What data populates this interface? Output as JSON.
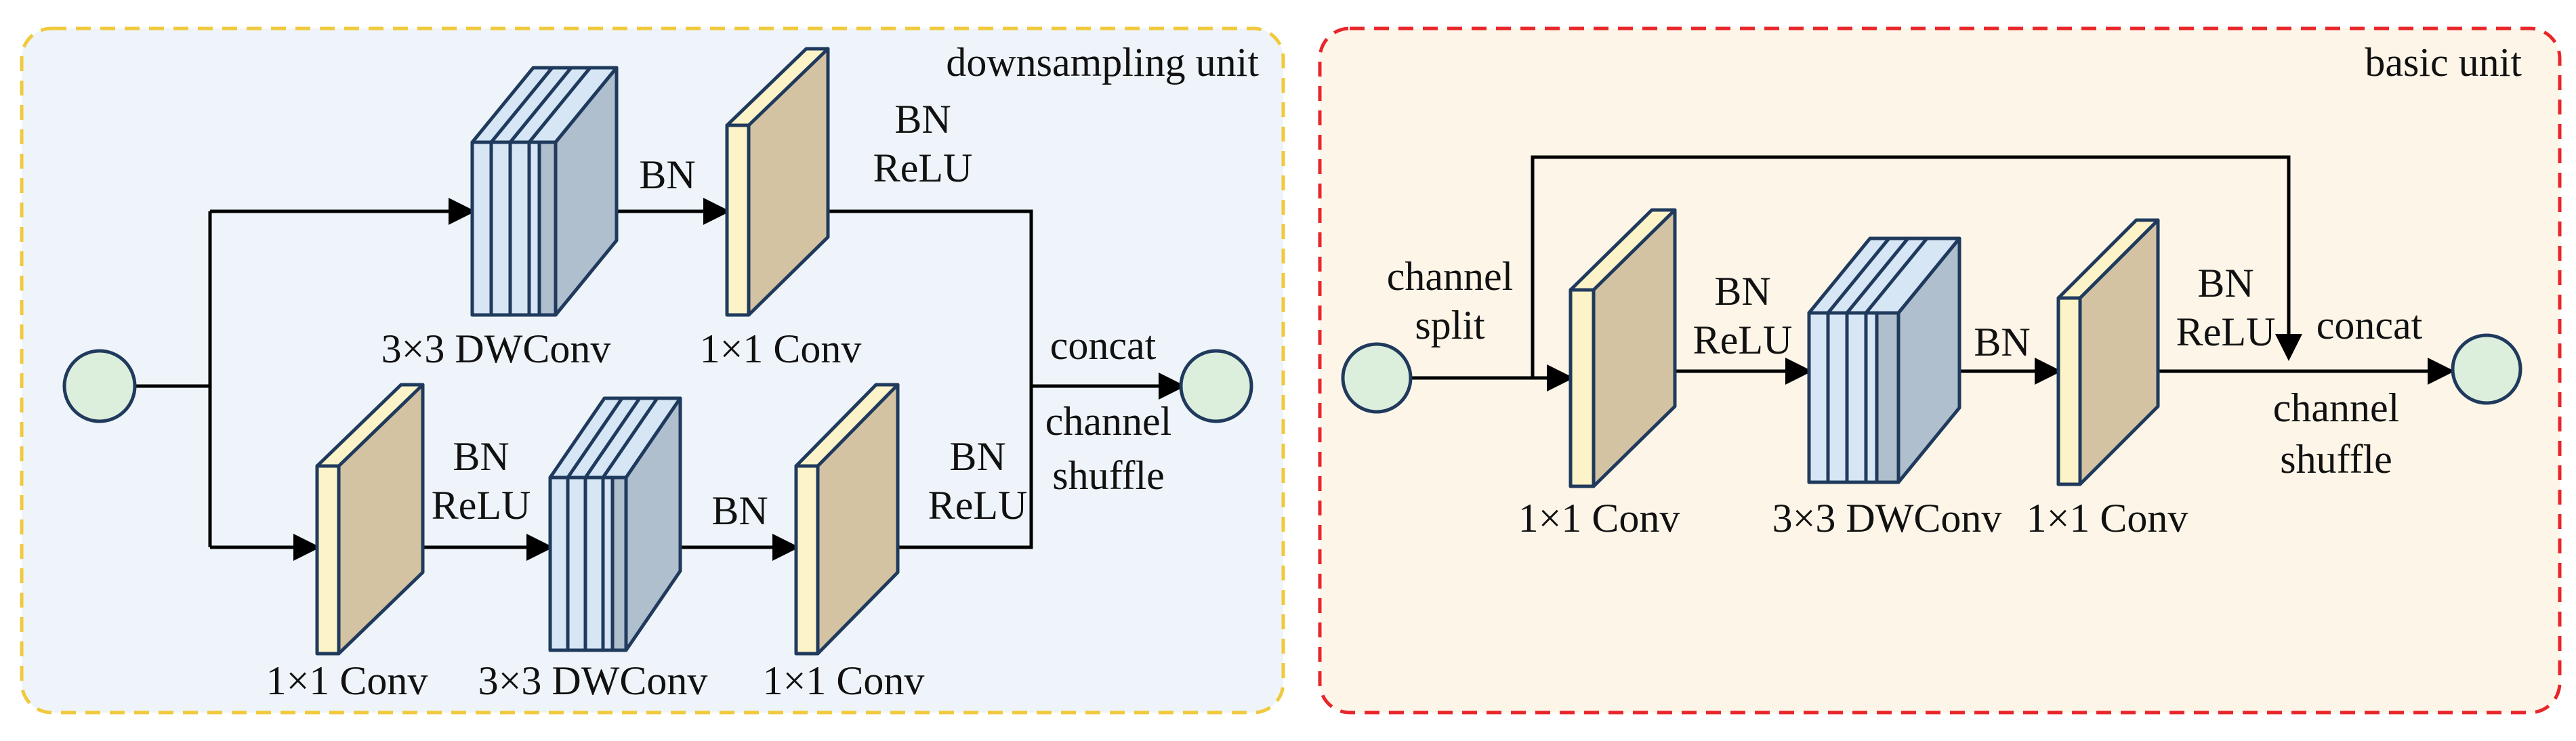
{
  "colors": {
    "down_bg": "#eef4f9",
    "down_border": "#f0c93c",
    "basic_bg": "#fdf6e8",
    "basic_border": "#e8262a",
    "node_fill": "#dcefdc",
    "node_stroke": "#1f3a5c",
    "arrow": "#000000",
    "conv_face": "#d3c3a3",
    "conv_side": "#fdf3c8",
    "dw_face": "#b0bfcd",
    "dw_layer": "#d6e6f5",
    "box_stroke": "#1f3a5c"
  },
  "downsampling": {
    "title": "downsampling unit",
    "top_bn": "BN",
    "top_bn_relu_1": "BN",
    "top_bn_relu_2": "ReLU",
    "top_dw_label": "3×3 DWConv",
    "top_conv_label": "1×1 Conv",
    "concat": "concat",
    "shuffle_1": "channel",
    "shuffle_2": "shuffle",
    "bot_bn_relu_a1": "BN",
    "bot_bn_relu_a2": "ReLU",
    "bot_bn": "BN",
    "bot_bn_relu_b1": "BN",
    "bot_bn_relu_b2": "ReLU",
    "bot_conv1_label": "1×1 Conv",
    "bot_dw_label": "3×3 DWConv",
    "bot_conv2_label": "1×1 Conv"
  },
  "basic": {
    "title": "basic unit",
    "split_1": "channel",
    "split_2": "split",
    "bn_relu_a1": "BN",
    "bn_relu_a2": "ReLU",
    "bn": "BN",
    "bn_relu_b1": "BN",
    "bn_relu_b2": "ReLU",
    "concat": "concat",
    "shuffle_1": "channel",
    "shuffle_2": "shuffle",
    "conv1_label": "1×1 Conv",
    "dw_label": "3×3 DWConv",
    "conv2_label": "1×1 Conv"
  }
}
